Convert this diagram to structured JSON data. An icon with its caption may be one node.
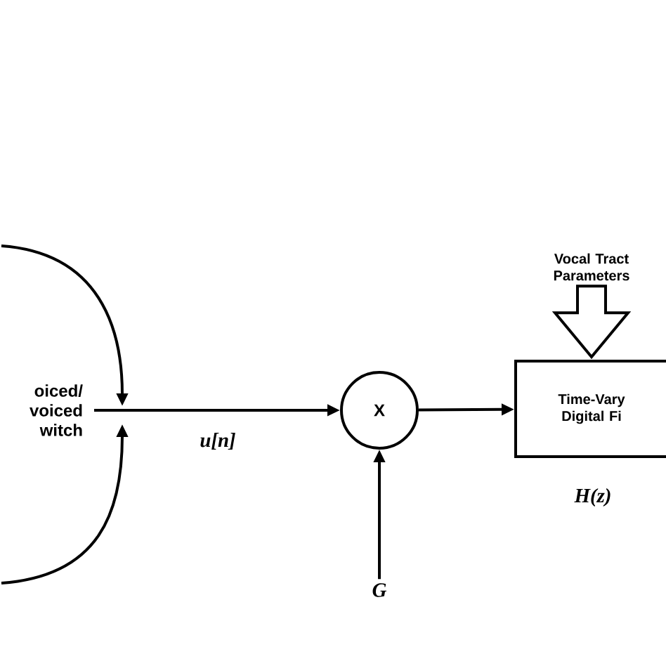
{
  "diagram": {
    "nodes": [
      {
        "text": [
          "oiced/ voiced witch"
        ]
      },
      {
        "text": [
          "X"
        ]
      },
      {
        "text": [
          "Time-Vary Digital Fi"
        ],
        "beside": [
          "H(z)"
        ]
      },
      {
        "text": [
          "G"
        ]
      },
      {
        "text": [
          "Vocal Tract Parameters"
        ]
      }
    ],
    "edges": [
      {
        "from": null,
        "to": 0,
        "arrow": "to"
      },
      {
        "from": null,
        "to": 0,
        "arrow": "to"
      },
      {
        "from": 0,
        "to": 1,
        "arrow": "to",
        "label": "u[n]"
      },
      {
        "from": 1,
        "to": 2,
        "arrow": "to"
      },
      {
        "from": 3,
        "to": 1,
        "arrow": "to"
      },
      {
        "from": 4,
        "to": 2,
        "arrow": "to",
        "style": "thick"
      }
    ]
  }
}
